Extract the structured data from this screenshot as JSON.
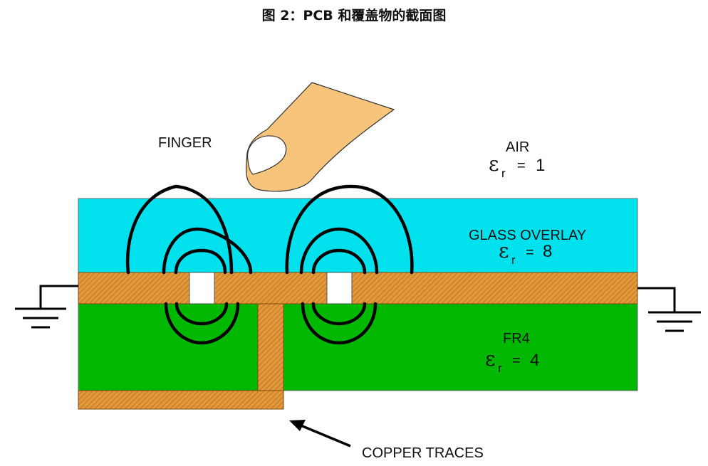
{
  "caption": "图 2：PCB 和覆盖物的截面图",
  "labels": {
    "finger": "FINGER",
    "air": "AIR",
    "glass": "GLASS OVERLAY",
    "fr4": "FR4",
    "copper": "COPPER TRACES"
  },
  "permittivity": {
    "symbol": "ε",
    "subscript": "r",
    "equals": "=",
    "air": "1",
    "glass": "8",
    "fr4": "4"
  },
  "colors": {
    "air": "#ffffff",
    "glass": "#00e1ee",
    "fr4": "#00b800",
    "copper": "#e2983a",
    "copper_hatch": "#b46c1c",
    "finger": "#f6c47a",
    "nail": "#ffffff"
  }
}
